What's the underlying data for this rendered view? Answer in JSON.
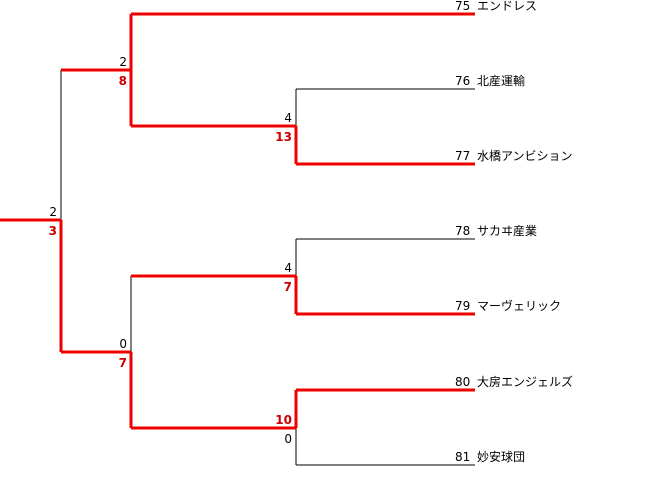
{
  "teams": [
    {
      "seed": "75",
      "name": "エンドレス"
    },
    {
      "seed": "76",
      "name": "北産運輸"
    },
    {
      "seed": "77",
      "name": "水橋アンビション"
    },
    {
      "seed": "78",
      "name": "サカヰ産業"
    },
    {
      "seed": "79",
      "name": "マーヴェリック"
    },
    {
      "seed": "80",
      "name": "大房エンジェルズ"
    },
    {
      "seed": "81",
      "name": "妙安球団"
    }
  ],
  "scores": {
    "qf1_top": "4",
    "qf1_bottom": "13",
    "qf2_top": "4",
    "qf2_bottom": "7",
    "qf3_top": "10",
    "qf3_bottom": "0",
    "sf1_top": "2",
    "sf1_bottom": "8",
    "sf2_top": "0",
    "sf2_bottom": "7",
    "final_top": "2",
    "final_bottom": "3"
  },
  "colors": {
    "winner_line": "#ee0000",
    "winner_score": "#cc0000",
    "line": "#000000"
  }
}
